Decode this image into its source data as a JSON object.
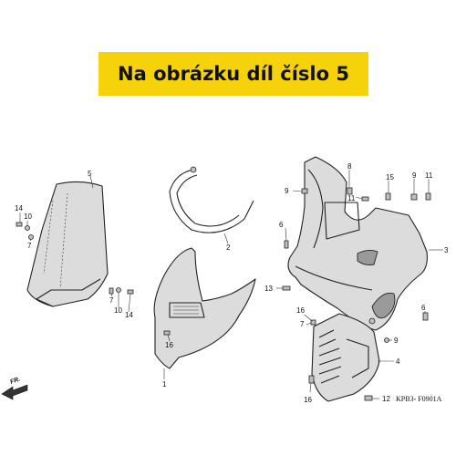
{
  "banner": {
    "text": "Na obrázku díl číslo 5"
  },
  "callouts": {
    "c5": "5",
    "c14a": "14",
    "c10a": "10",
    "c7a": "7",
    "c7b": "7",
    "c10b": "10",
    "c14b": "14",
    "c2": "2",
    "c16a": "16",
    "c1": "1",
    "c9a": "9",
    "c8": "8",
    "c11a": "11",
    "c15": "15",
    "c9b": "9",
    "c11b": "11",
    "c6a": "6",
    "c3": "3",
    "c13": "13",
    "c16b": "16",
    "c7c": "7",
    "c6b": "6",
    "c9c": "9",
    "c4": "4",
    "c16c": "16",
    "c12": "12"
  },
  "diagram_code": "KPB3- F0901A",
  "front_label": "FR.",
  "colors": {
    "banner": "#f5d20a",
    "line": "#222222",
    "fill": "#dcdcdc"
  }
}
